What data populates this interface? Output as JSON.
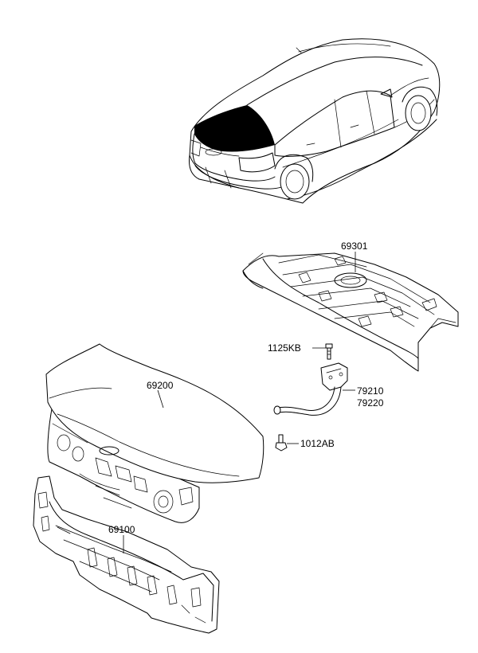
{
  "labels": {
    "p69301": "69301",
    "p1125KB": "1125KB",
    "p79210": "79210",
    "p79220": "79220",
    "p69200": "69200",
    "p1012AB": "1012AB",
    "p69100": "69100"
  },
  "colors": {
    "line": "#000000",
    "background": "#ffffff",
    "highlight": "#000000"
  }
}
